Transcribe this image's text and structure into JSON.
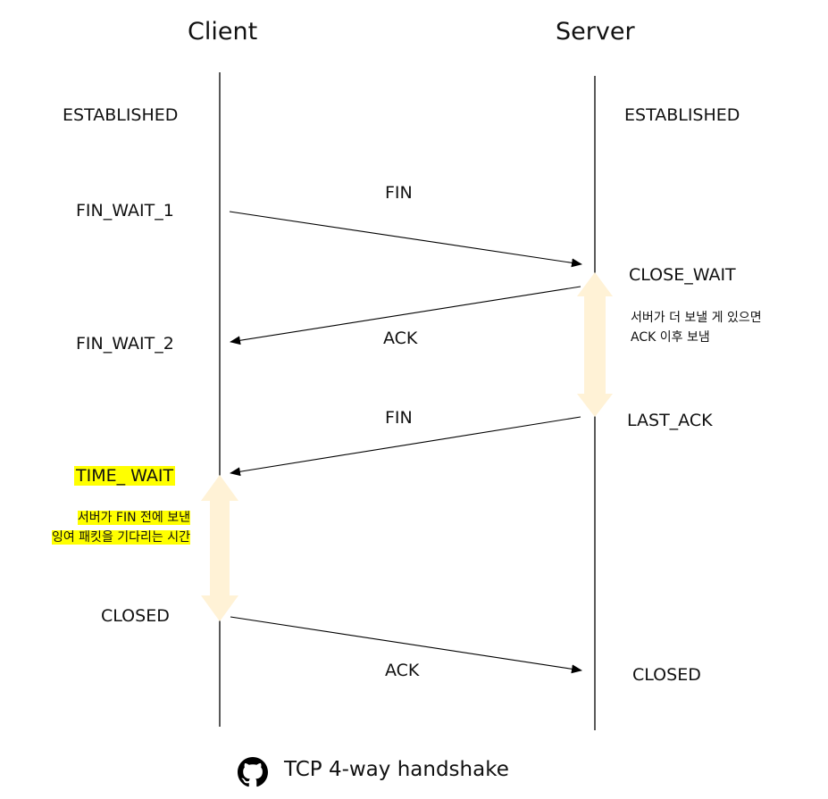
{
  "title": "TCP 4-way handshake",
  "highlight_color": "#ffff00",
  "arrow_band_color": "#fff2d6",
  "lifelines": {
    "client": "Client",
    "server": "Server"
  },
  "client_states": {
    "established": "ESTABLISHED",
    "fin_wait_1": "FIN_WAIT_1",
    "fin_wait_2": "FIN_WAIT_2",
    "time_wait": "TIME_ WAIT",
    "closed": "CLOSED"
  },
  "server_states": {
    "established": "ESTABLISHED",
    "close_wait": "CLOSE_WAIT",
    "last_ack": "LAST_ACK",
    "closed": "CLOSED"
  },
  "messages": [
    {
      "label": "FIN",
      "from": "client",
      "to": "server"
    },
    {
      "label": "ACK",
      "from": "server",
      "to": "client"
    },
    {
      "label": "FIN",
      "from": "server",
      "to": "client"
    },
    {
      "label": "ACK",
      "from": "client",
      "to": "server"
    }
  ],
  "notes": {
    "server_wait": [
      "서버가 더 보낼 게 있으면",
      "ACK 이후 보냄"
    ],
    "time_wait": [
      "서버가 FIN 전에 보낸",
      "잉여 패킷을 기다리는 시간"
    ]
  },
  "footer": {
    "icon": "github-icon",
    "caption": "TCP 4-way handshake"
  }
}
